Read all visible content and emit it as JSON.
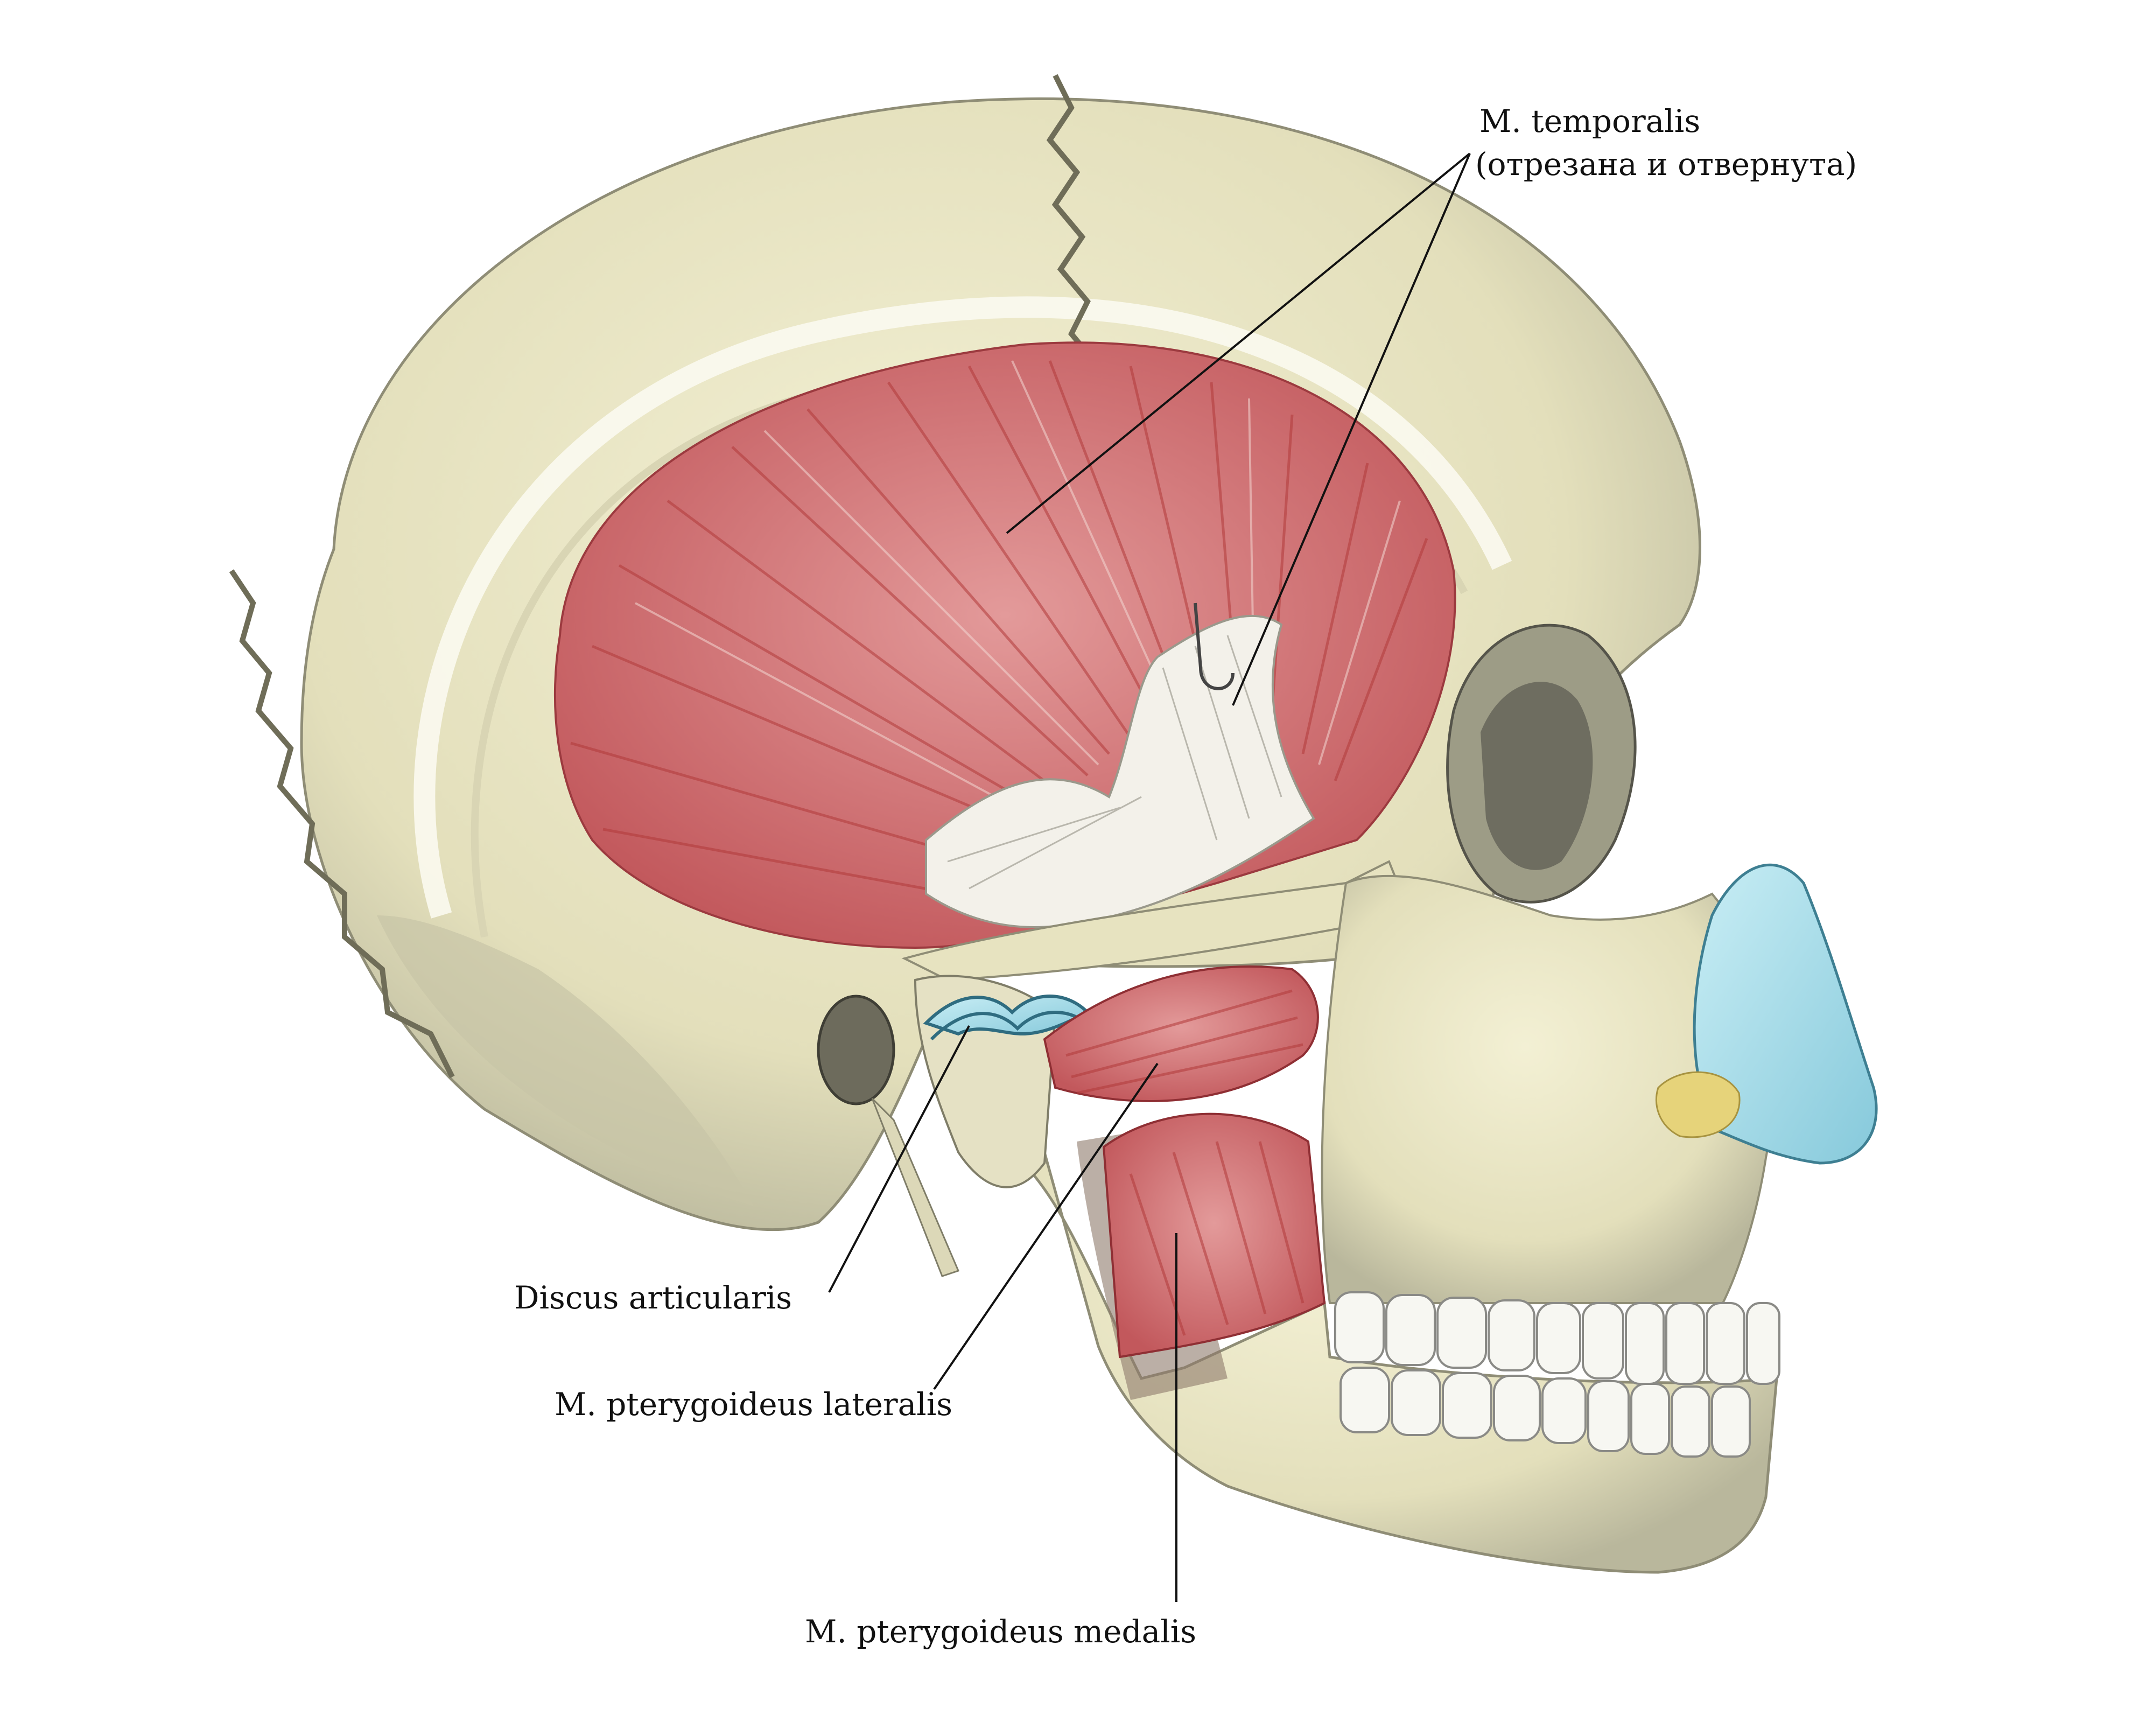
{
  "labels": {
    "temporalis_line1": "M. temporalis",
    "temporalis_line2": "(отрезана и отвернута)",
    "discus": "Discus articularis",
    "pteryg_lateralis": "M. pterygoideus lateralis",
    "pteryg_medialis": "M. pterygoideus  medalis"
  },
  "colors": {
    "bone": "#e9e5c1",
    "bone_shadow": "#b9b89e",
    "muscle": "#d7777a",
    "muscle_dark": "#a83c40",
    "tendon": "#f4f2ec",
    "cartilage": "#a9dce8",
    "fat": "#e6d37a",
    "teeth": "#f7f7f2"
  }
}
